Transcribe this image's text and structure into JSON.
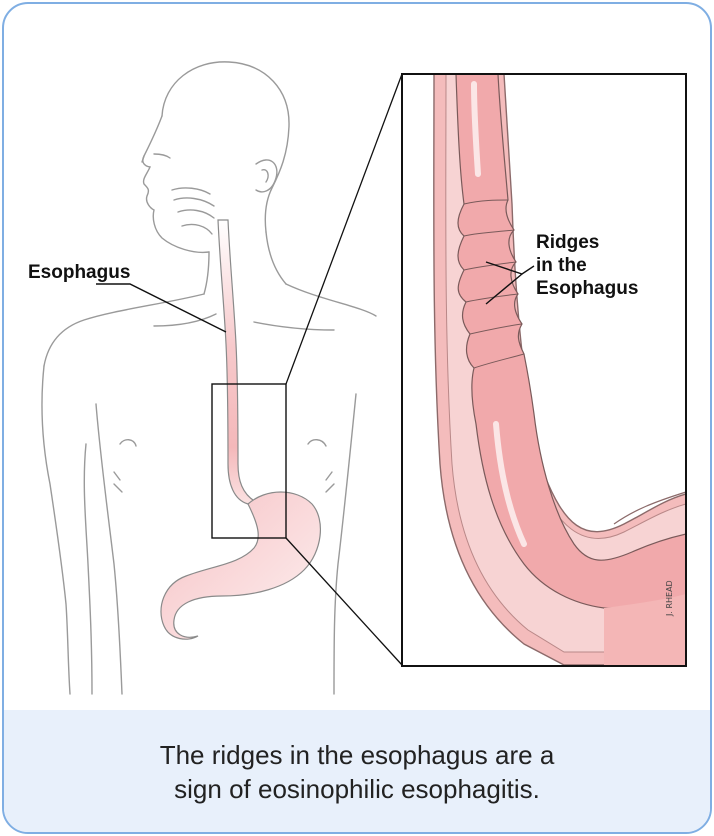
{
  "labels": {
    "esophagus": "Esophagus",
    "ridges": [
      "Ridges",
      "in the",
      "Esophagus"
    ]
  },
  "signature": "J. RHEAD",
  "caption": {
    "line1": "The ridges in the esophagus are a",
    "line2": "sign of eosinophilic esophagitis."
  },
  "colors": {
    "border": "#7faee3",
    "caption_bg": "#e8f0fb",
    "tissue": "#f2b3b3",
    "tissue_dark": "#e79c9c"
  }
}
